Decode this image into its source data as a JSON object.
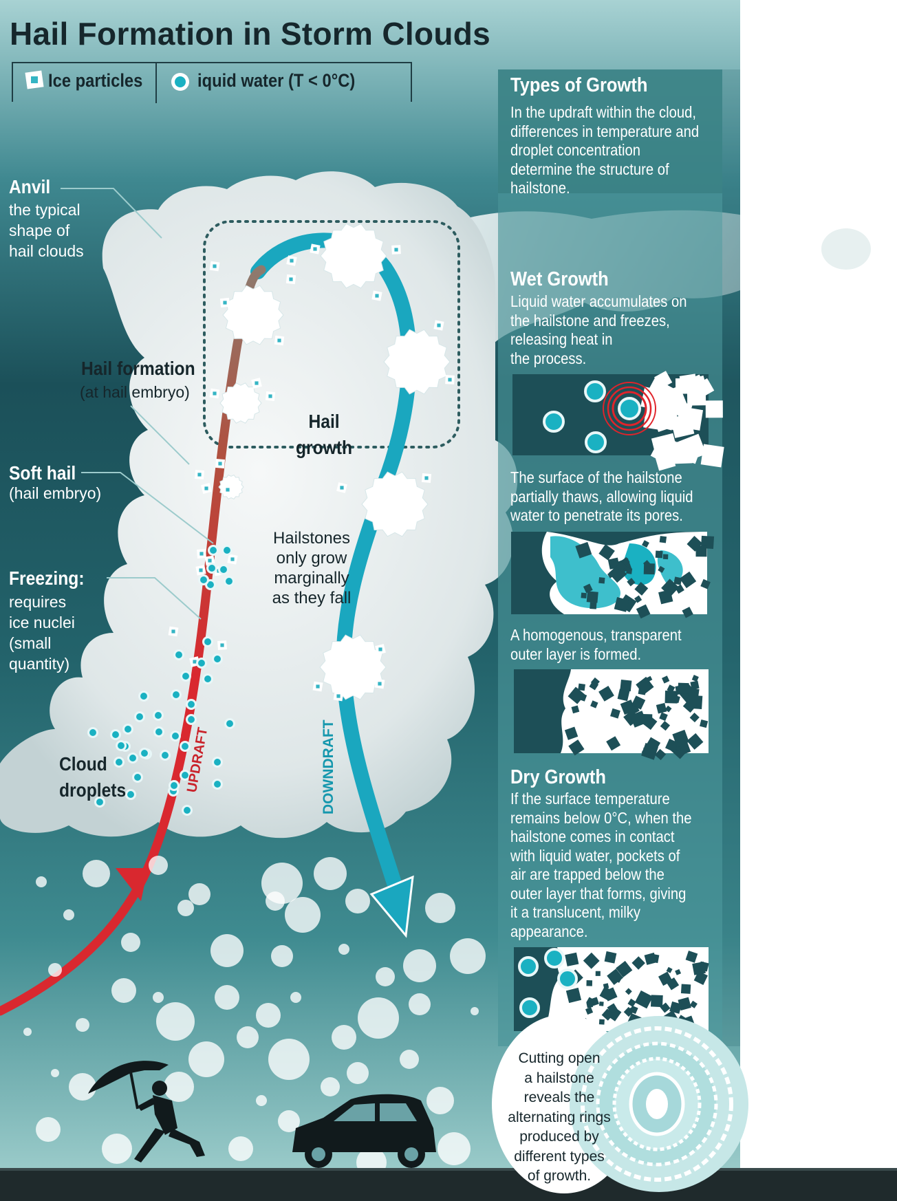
{
  "title": "Hail Formation in Storm Clouds",
  "legend": {
    "ice_label": "Ice particles",
    "water_label": "iquid water (T < 0°C)"
  },
  "labels": {
    "anvil_title": "Anvil",
    "anvil_desc": "the typical\nshape of\nhail clouds",
    "hail_formation_title": "Hail formation",
    "hail_formation_desc": "(at hail embryo)",
    "soft_hail_title": "Soft hail",
    "soft_hail_desc": "(hail embryo)",
    "freezing_title": "Freezing:",
    "freezing_desc": "requires\nice nuclei\n(small\nquantity)",
    "cloud_droplets": "Cloud\ndroplets",
    "hail_growth": "Hail\ngrowth",
    "hailstones_fall": "Hailstones\nonly grow\nmarginally\nas they fall",
    "updraft": "UPDRAFT",
    "downdraft": "DOWNDRAFT"
  },
  "panel": {
    "types_title": "Types of Growth",
    "types_text": "In the updraft within the cloud,\ndifferences in temperature and\ndroplet concentration\ndetermine the structure of\nhailstone.",
    "wet_title": "Wet Growth",
    "wet_text": "Liquid water accumulates on\nthe hailstone and freezes,\nreleasing heat in\nthe process.",
    "thaw_text": "The surface of the hailstone\npartially thaws, allowing liquid\nwater to penetrate its pores.",
    "layer_text": "A homogenous, transparent\nouter layer is formed.",
    "dry_title": "Dry Growth",
    "dry_text": "If the surface temperature\nremains below 0°C, when the\nhailstone comes in contact\nwith liquid water, pockets of\nair are trapped below the\nouter layer that forms, giving\nit a translucent, milky\nappearance.",
    "cut_text": "Cutting open\na hailstone\nreveals the\nalternating rings\nproduced by\ndifferent types\nof growth."
  },
  "colors": {
    "updraft": "#d9282f",
    "updraft_top": "#9a6a5c",
    "downdraft": "#1aa7bf",
    "background_dark": "#1a4f58",
    "background_light": "#a9d3d3",
    "panel": "#3e8589",
    "water_drop": "#1ab1c2",
    "wet_ring": "#e0242b"
  }
}
